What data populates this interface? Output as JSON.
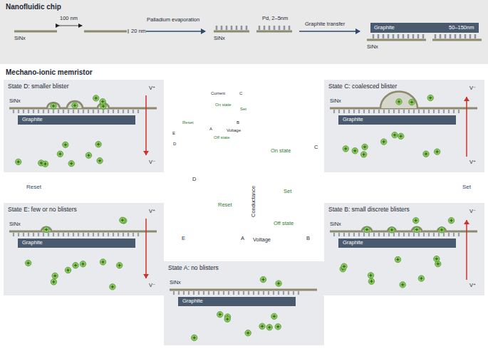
{
  "diagram": {
    "nodes": [
      {
        "text": [
          "Nanofluidic chip"
        ]
      },
      {
        "text": [
          "Mechano-ionic memristor"
        ]
      },
      {
        "text": [
          "State D: smaller blister"
        ],
        "in": 1
      },
      {
        "text": [
          "State C: coalesced blister"
        ],
        "in": 1
      },
      {
        "text": [
          "State E: few or no blisters"
        ],
        "in": 1
      },
      {
        "text": [
          "State A: no blisters"
        ],
        "in": 1
      },
      {
        "text": [
          "State B: small discrete blisters"
        ],
        "in": 1
      }
    ],
    "edges": [
      {
        "from": 3,
        "to": 2,
        "arrow": "to"
      },
      {
        "from": 2,
        "to": 4,
        "label": "Reset",
        "arrow": "to"
      },
      {
        "from": 4,
        "to": 5,
        "arrow": "to"
      },
      {
        "from": 5,
        "to": 6,
        "arrow": "to"
      },
      {
        "from": 6,
        "to": 3,
        "label": "Set",
        "arrow": "to"
      }
    ],
    "labels": [
      "100 nm",
      "20 nm",
      "SiNx",
      "Palladium evaporation",
      "Pd, 2–5nm",
      "SiNx",
      "Graphite transfer",
      "Graphite",
      "50–150nm",
      "SiNx",
      "SiNx",
      "Graphite",
      "V⁺",
      "V⁻",
      "SiNx",
      "Graphite",
      "V⁻",
      "V⁺",
      "SiNx",
      "Graphite",
      "V⁺",
      "V⁻",
      "SiNx",
      "Graphite",
      "SiNx",
      "Graphite",
      "V⁻",
      "V⁺",
      "Conductance",
      "Voltage",
      "On state",
      "Off state",
      "Set",
      "Reset",
      "A",
      "B",
      "C",
      "D",
      "E",
      "Current",
      "Voltage",
      "On state",
      "Off state",
      "Set",
      "Reset",
      "A",
      "B",
      "C",
      "D",
      "E"
    ]
  }
}
